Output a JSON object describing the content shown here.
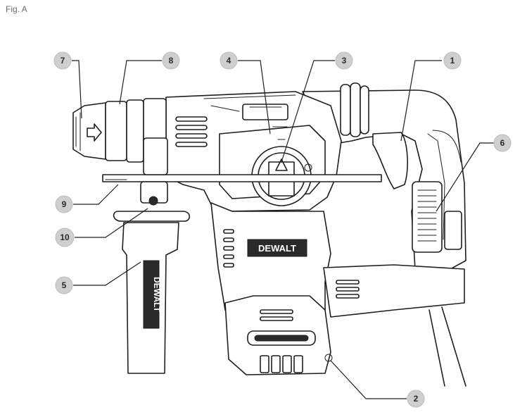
{
  "figure_label": "Fig. A",
  "brand": "DEWALT",
  "callouts": [
    "1",
    "2",
    "3",
    "4",
    "5",
    "6",
    "7",
    "8",
    "9",
    "10"
  ]
}
